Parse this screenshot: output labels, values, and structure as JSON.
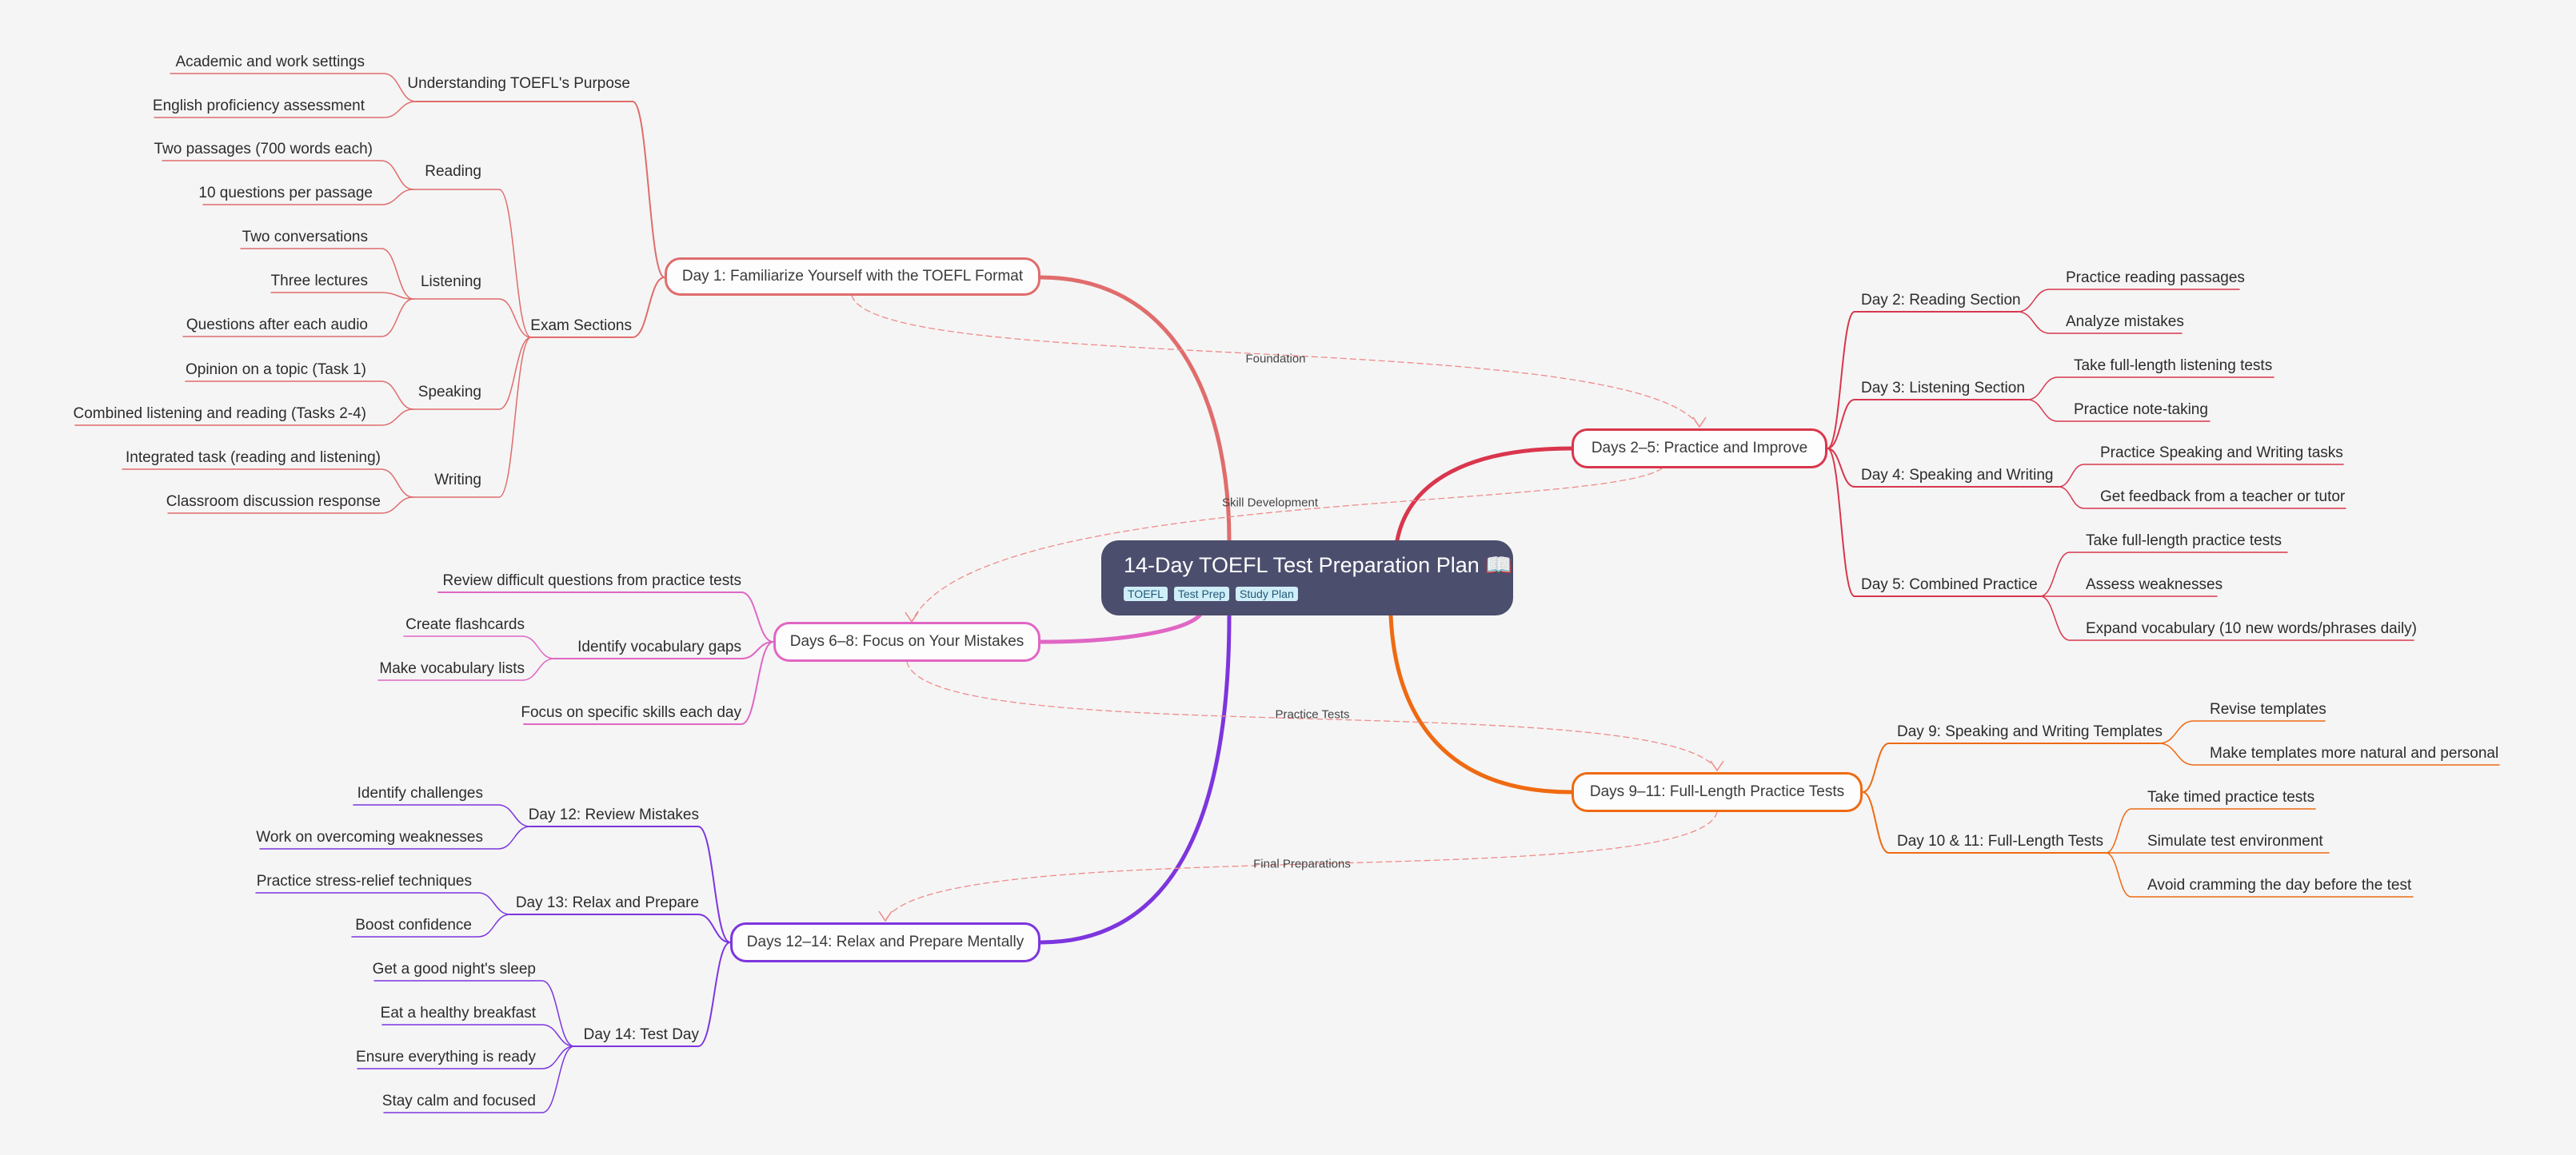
{
  "root": {
    "title": "14-Day TOEFL Test Preparation Plan 📖",
    "tags": [
      "TOEFL",
      "Test Prep",
      "Study Plan"
    ]
  },
  "colors": {
    "day1": "#e06c6c",
    "days2_5": "#d9364d",
    "days6_8": "#e066c4",
    "days9_11": "#ef6a12",
    "days12_14": "#7d35de",
    "relation": "#f08a8a",
    "root_bg": "#4c4e6e"
  },
  "branches": {
    "day1": {
      "label": "Day 1: Familiarize Yourself with the TOEFL Format",
      "purpose": {
        "label": "Understanding TOEFL's Purpose",
        "items": [
          "Academic and work settings",
          "English proficiency assessment"
        ]
      },
      "sections": {
        "label": "Exam Sections",
        "reading": {
          "label": "Reading",
          "items": [
            "Two passages (700 words each)",
            "10 questions per passage"
          ]
        },
        "listening": {
          "label": "Listening",
          "items": [
            "Two conversations",
            "Three lectures",
            "Questions after each audio"
          ]
        },
        "speaking": {
          "label": "Speaking",
          "items": [
            "Opinion on a topic (Task 1)",
            "Combined listening and reading (Tasks 2-4)"
          ]
        },
        "writing": {
          "label": "Writing",
          "items": [
            "Integrated task (reading and listening)",
            "Classroom discussion response"
          ]
        }
      }
    },
    "days2_5": {
      "label": "Days 2–5: Practice and Improve",
      "day2": {
        "label": "Day 2: Reading Section",
        "items": [
          "Practice reading passages",
          "Analyze mistakes"
        ]
      },
      "day3": {
        "label": "Day 3: Listening Section",
        "items": [
          "Take full-length listening tests",
          "Practice note-taking"
        ]
      },
      "day4": {
        "label": "Day 4: Speaking and Writing",
        "items": [
          "Practice Speaking and Writing tasks",
          "Get feedback from a teacher or tutor"
        ]
      },
      "day5": {
        "label": "Day 5: Combined Practice",
        "items": [
          "Take full-length practice tests",
          "Assess weaknesses",
          "Expand vocabulary (10 new words/phrases daily)"
        ]
      }
    },
    "days6_8": {
      "label": "Days 6–8: Focus on Your Mistakes",
      "review": "Review difficult questions from practice tests",
      "vocab": {
        "label": "Identify vocabulary gaps",
        "items": [
          "Create flashcards",
          "Make vocabulary lists"
        ]
      },
      "focus": "Focus on specific skills each day"
    },
    "days9_11": {
      "label": "Days 9–11: Full-Length Practice Tests",
      "day9": {
        "label": "Day 9: Speaking and Writing Templates",
        "items": [
          "Revise templates",
          "Make templates more natural and personal"
        ]
      },
      "day10": {
        "label": "Day 10 & 11: Full-Length Tests",
        "items": [
          "Take timed practice tests",
          "Simulate test environment",
          "Avoid cramming the day before the test"
        ]
      }
    },
    "days12_14": {
      "label": "Days 12–14: Relax and Prepare Mentally",
      "day12": {
        "label": "Day 12: Review Mistakes",
        "items": [
          "Identify challenges",
          "Work on overcoming weaknesses"
        ]
      },
      "day13": {
        "label": "Day 13: Relax and Prepare",
        "items": [
          "Practice stress-relief techniques",
          "Boost confidence"
        ]
      },
      "day14": {
        "label": "Day 14: Test Day",
        "items": [
          "Get a good night's sleep",
          "Eat a healthy breakfast",
          "Ensure everything is ready",
          "Stay calm and focused"
        ]
      }
    }
  },
  "relations": {
    "foundation": "Foundation",
    "skill": "Skill Development",
    "practice": "Practice Tests",
    "final": "Final Preparations"
  }
}
